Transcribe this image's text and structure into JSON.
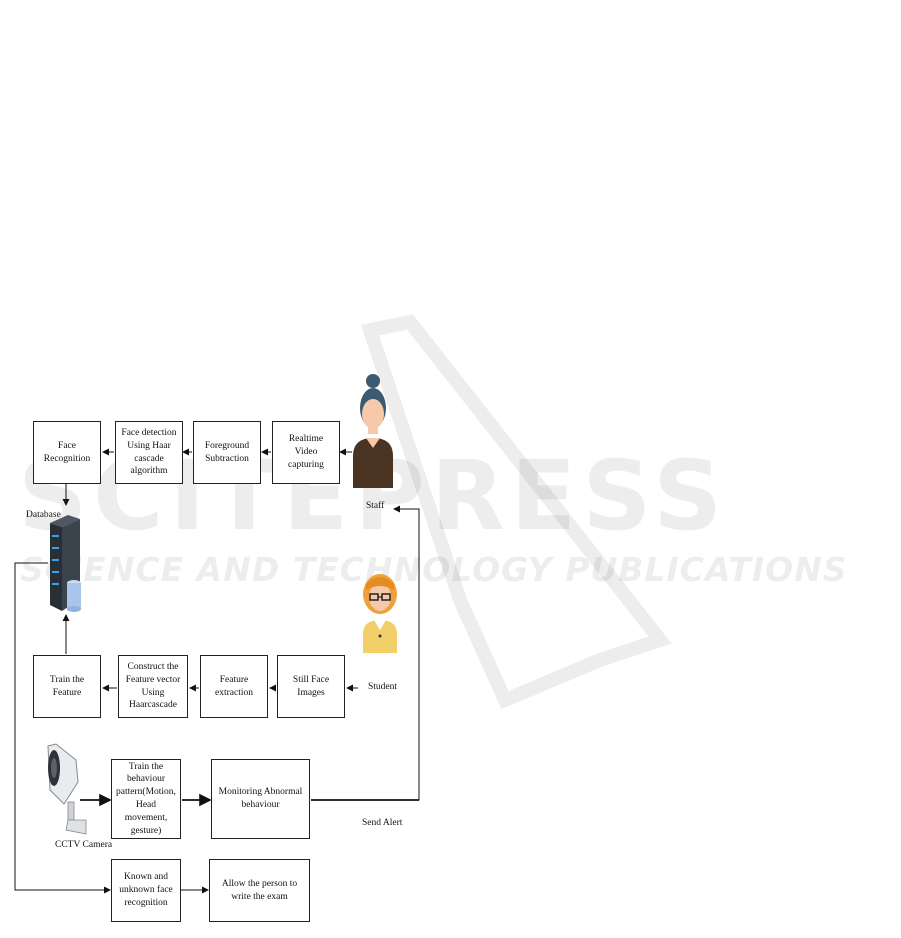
{
  "watermark": {
    "brand": "SCITEPRESS",
    "tagline": "SCIENCE AND TECHNOLOGY PUBLICATIONS"
  },
  "boxes": {
    "face_recognition": "Face Recognition",
    "face_detection": "Face detection Using Haar cascade algorithm",
    "foreground_subtraction": "Foreground Subtraction",
    "realtime_video": "Realtime Video capturing",
    "train_feature": "Train the Feature",
    "construct_feature": "Construct the Feature vector Using Haarcascade",
    "feature_extraction": "Feature extraction",
    "still_face": "Still Face Images",
    "train_behaviour": "Train the behaviour pattern(Motion, Head movement, gesture)",
    "monitoring": "Monitoring Abnormal behaviour",
    "known_unknown": "Known and unknown face recognition",
    "allow_person": "Allow the person to write the exam"
  },
  "labels": {
    "database": "Database",
    "staff": "Staff",
    "student": "Student",
    "cctv": "CCTV Camera",
    "send_alert": "Send Alert"
  },
  "icons": [
    "staff-person-icon",
    "student-person-icon",
    "database-server-icon",
    "cctv-camera-icon"
  ]
}
